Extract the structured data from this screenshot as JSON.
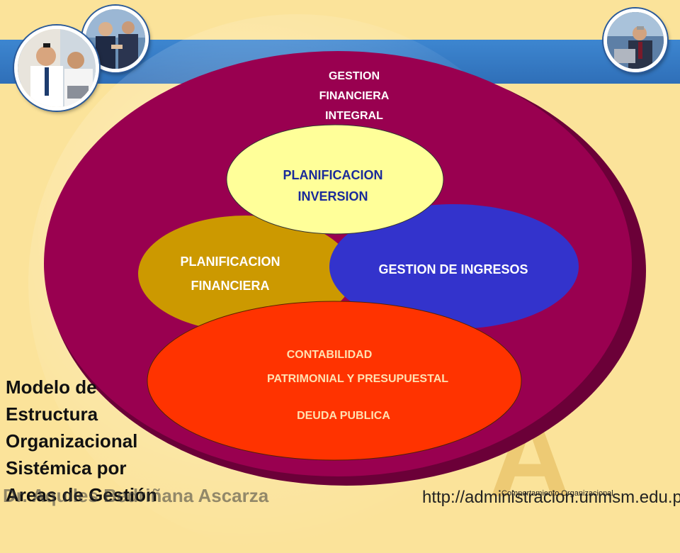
{
  "diagram": {
    "outer_label": [
      "GESTION",
      "FINANCIERA",
      "INTEGRAL"
    ],
    "inversion": [
      "PLANIFICACION",
      "INVERSION"
    ],
    "financiera": [
      "PLANIFICACION",
      "FINANCIERA"
    ],
    "ingresos": "GESTION DE INGRESOS",
    "contabilidad": [
      "CONTABILIDAD",
      "PATRIMONIAL Y PRESUPUESTAL",
      "DEUDA PUBLICA"
    ]
  },
  "slide": {
    "title_lines": [
      "Modelo de",
      "Estructura",
      "Organizacional",
      "Sistémica por",
      "Areas de Gestión"
    ]
  },
  "footer": {
    "author": "Dr. Aquiles Bedriñana Ascarza",
    "url": "http://administracion.unmsm.edu.pe",
    "course": "Comportamiento Organizacional"
  },
  "colors": {
    "background": "#fbe39a",
    "band": "#3d86d0",
    "outer_circle": "#990050",
    "inversion": "#ffff99",
    "financiera": "#cc9900",
    "ingresos": "#3333cc",
    "contabilidad": "#ff3300"
  }
}
